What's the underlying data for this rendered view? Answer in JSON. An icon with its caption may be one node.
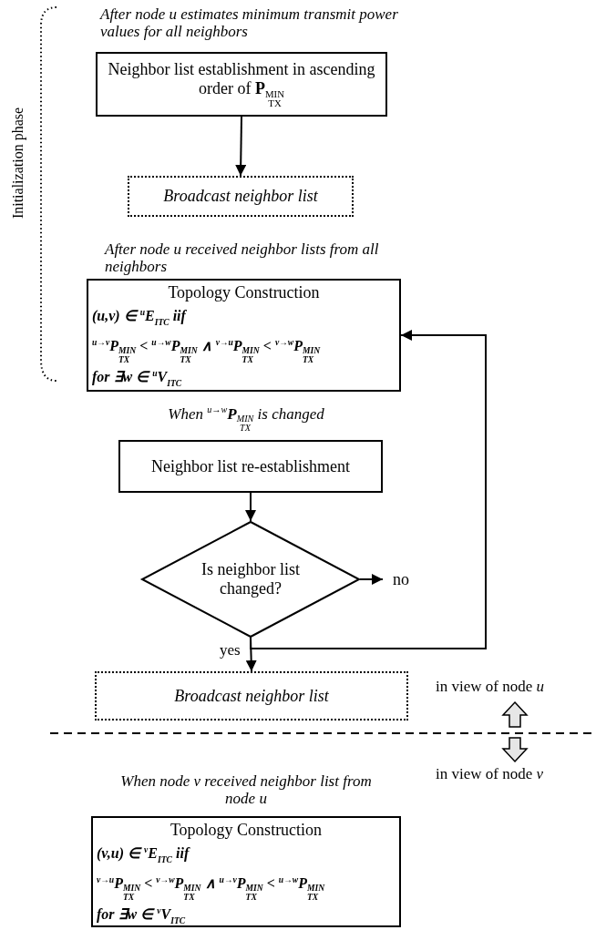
{
  "diagram": {
    "nodes": [
      {
        "text": [
          "Neighbor list establishment in ascending order of **P**$_{TX}$$^{MIN}$"
        ],
        "beside": [
          "After node u estimates minimum transmit power values for all neighbors"
        ]
      },
      {
        "text": [
          "Broadcast neighbor list"
        ]
      },
      {
        "text": [
          "Topology Construction",
          "(u,v) ∈ $^{u}$E$_{ITC}$ iif",
          "$^{u→v}$P$_{TX}$$^{MIN}$ < $^{u→w}$P$_{TX}$$^{MIN}$ ∧ $^{v→u}$P$_{TX}$$^{MIN}$ < $^{v→w}$P$_{TX}$$^{MIN}$",
          "for ∃w ∈ $^{u}$V$_{ITC}$"
        ],
        "beside": [
          "After node u received neighbor lists from all neighbors"
        ]
      },
      {
        "text": [
          "Neighbor list re-establishment"
        ],
        "beside": [
          "When $^{u→w}$**P**$_{TX}$$^{MIN}$ is changed"
        ]
      },
      {
        "text": [
          "Is neighbor list changed?"
        ]
      },
      {
        "text": [
          "no"
        ]
      },
      {
        "text": [
          "Broadcast neighbor list"
        ]
      },
      {
        "text": [
          "Topology Construction",
          "(v,u) ∈ $^{v}$E$_{ITC}$ iif",
          "$^{v→u}$P$_{TX}$$^{MIN}$ < $^{v→w}$P$_{TX}$$^{MIN}$ ∧ $^{u→v}$P$_{TX}$$^{MIN}$ < $^{u→w}$P$_{TX}$$^{MIN}$",
          "for ∃w ∈ $^{v}$V$_{ITC}$"
        ],
        "beside": [
          "When node v received neighbor list from node u"
        ]
      }
    ],
    "edges": [
      {
        "from": 0,
        "to": 1,
        "arrow": "to"
      },
      {
        "from": 3,
        "to": 4,
        "arrow": "to"
      },
      {
        "from": 4,
        "to": 5,
        "arrow": "to"
      },
      {
        "from": 4,
        "to": 6,
        "arrow": "to",
        "label": "yes"
      },
      {
        "from": 4,
        "to": 2,
        "arrow": "to"
      }
    ],
    "labels": [
      "Initialization phase",
      "in view of node *u*",
      "in view of node *v*"
    ]
  }
}
